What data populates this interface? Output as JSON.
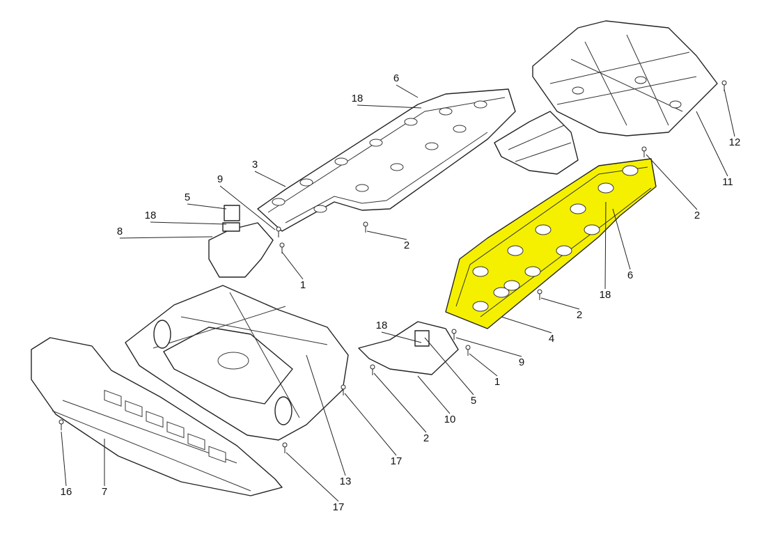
{
  "diagram": {
    "highlight_color": "#f5f000",
    "highlighted_part": "4",
    "callouts": [
      "6",
      "18",
      "3",
      "9",
      "5",
      "18",
      "8",
      "2",
      "1",
      "12",
      "11",
      "2",
      "6",
      "18",
      "2",
      "4",
      "18",
      "9",
      "1",
      "5",
      "10",
      "2",
      "17",
      "13",
      "17",
      "16",
      "7"
    ]
  }
}
